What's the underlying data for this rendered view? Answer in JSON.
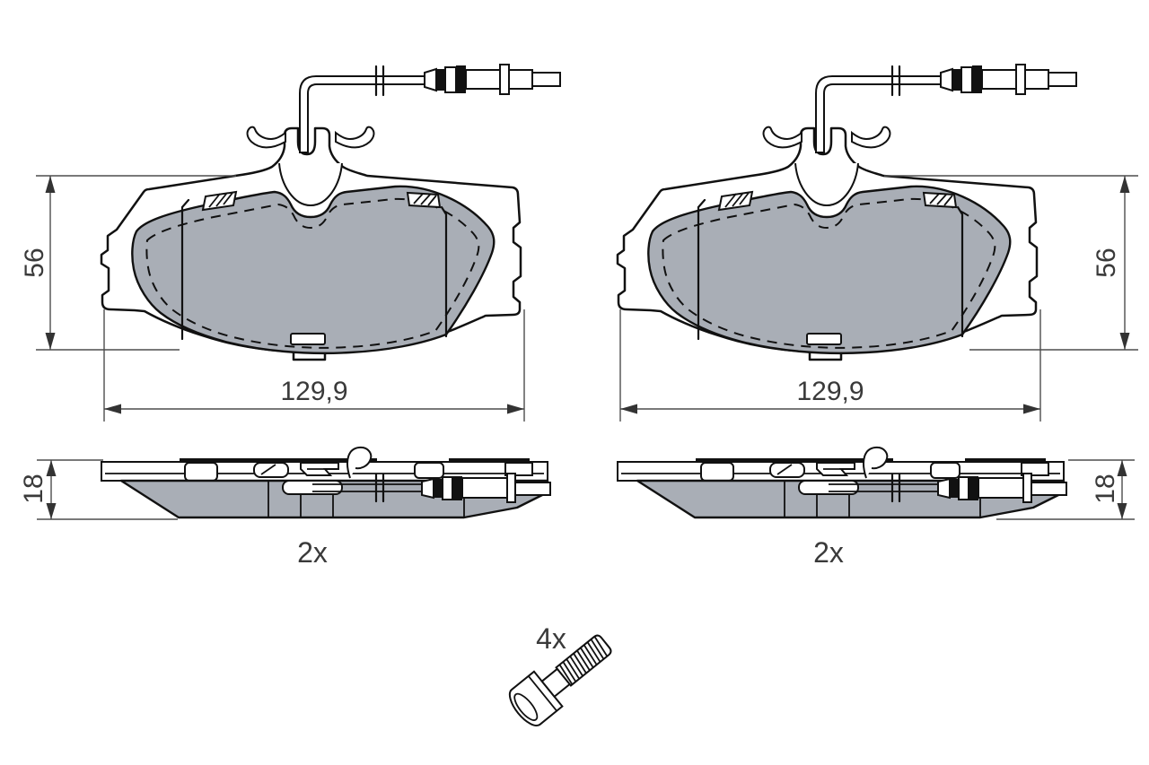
{
  "diagram": {
    "dimensions": {
      "front_height": "56",
      "front_width": "129,9",
      "side_thickness": "18"
    },
    "quantities": {
      "pads": "2x",
      "bolts": "4x"
    },
    "colors": {
      "friction_material": "#a9aeb6",
      "outline": "#111111",
      "dimension_lines": "#4d4d4d",
      "label_text": "#3a3a3a",
      "background": "#ffffff"
    }
  }
}
